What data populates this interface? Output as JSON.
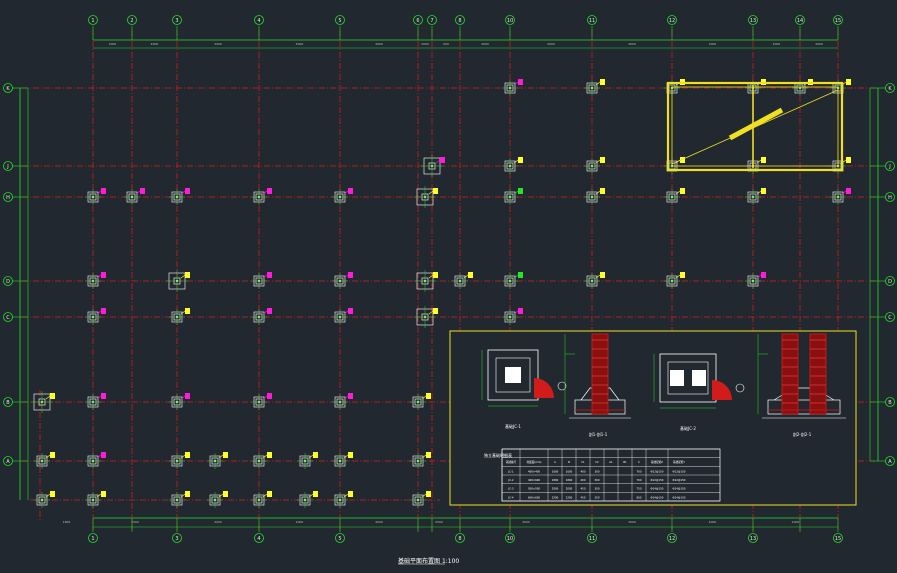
{
  "drawing": {
    "title": "基础平面布置图",
    "scale": "1:100",
    "colors": {
      "background": "#212830",
      "axis_line": "#d21c1c",
      "dimension": "#22e022",
      "column": "#e6e6e6",
      "tag_magenta": "#ff1bd8",
      "tag_yellow": "#ffff2a",
      "tag_green": "#27e427",
      "detail_frame": "#f0e020",
      "bubble": "#22e022"
    },
    "column_axes": [
      "1",
      "2",
      "3",
      "4",
      "5",
      "6",
      "7",
      "8",
      "10",
      "11",
      "12",
      "13",
      "14",
      "15"
    ],
    "row_axes": [
      "K",
      "J",
      "H",
      "D",
      "C",
      "B",
      "A"
    ],
    "top_dimensions": [
      "3000",
      "4000",
      "3000",
      "5000",
      "4000",
      "2000",
      "500",
      "3000",
      "4000",
      "3000",
      "3000",
      "4000",
      "3000",
      "2000"
    ],
    "bottom_dimensions": [
      "1800",
      "2000",
      "4000",
      "2000",
      "4000",
      "2500",
      "4000",
      "3000",
      "4000",
      "2000"
    ],
    "detail": {
      "section_a": "剖1-剖1-1",
      "section_b": "剖2-剖2-1",
      "plan_a": "基础JC-1",
      "plan_b": "基础JC-2",
      "table_title": "独立基础明细表",
      "table_headers": [
        "基础编号",
        "柱截面(mm)",
        "A",
        "B",
        "h1",
        "h2",
        "A1",
        "B1",
        "h",
        "基础配筋X",
        "基础配筋Y"
      ],
      "table_rows": [
        [
          "JC-1",
          "400×400",
          "1600",
          "1600",
          "400",
          "300",
          "",
          "",
          "700",
          "Φ12@150",
          "Φ12@150"
        ],
        [
          "JC-2",
          "400×600",
          "1800",
          "1800",
          "400",
          "300",
          "",
          "",
          "700",
          "Φ12@150",
          "Φ12@150"
        ],
        [
          "JC-3",
          "500×500",
          "2000",
          "2000",
          "450",
          "300",
          "",
          "",
          "750",
          "Φ14@150",
          "Φ14@150"
        ],
        [
          "JC-4",
          "600×600",
          "2200",
          "2200",
          "450",
          "350",
          "",
          "",
          "800",
          "Φ14@150",
          "Φ14@150"
        ]
      ]
    }
  }
}
